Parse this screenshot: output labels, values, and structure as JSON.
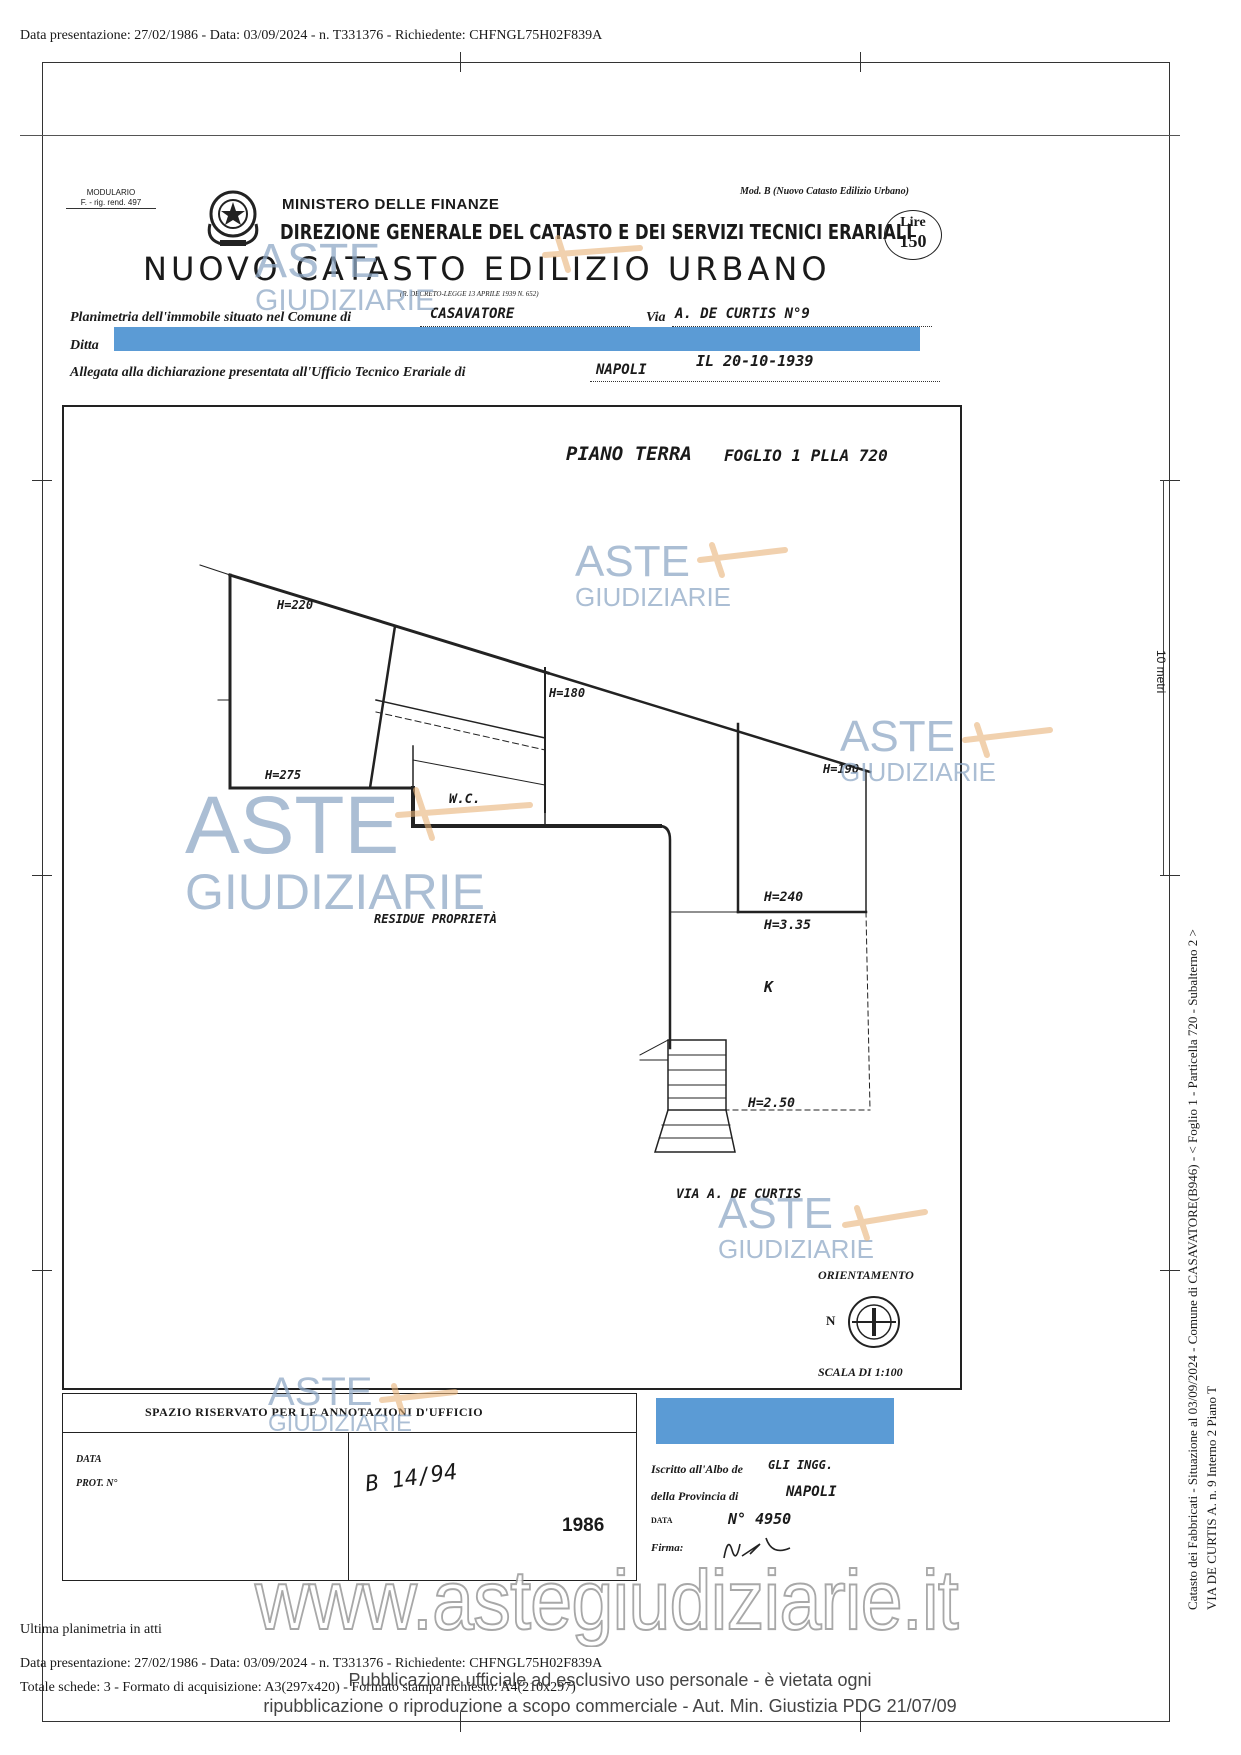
{
  "header_line": "Data presentazione: 27/02/1986 - Data: 03/09/2024 - n. T331376 - Richiedente: CHFNGL75H02F839A",
  "form": {
    "modulario_label": "MODULARIO",
    "modulario_code": "F. - rig. rend. 497",
    "mod_label": "Mod. B (Nuovo Catasto Edilizio Urbano)",
    "ministry": "MINISTERO DELLE FINANZE",
    "direction": "DIREZIONE GENERALE DEL CATASTO E DEI SERVIZI TECNICI ERARIALI",
    "title": "NUOVO CATASTO EDILIZIO URBANO",
    "decree": "(R. DECRETO-LEGGE 13 APRILE 1939 N. 652)",
    "stamp_lire": "Lire",
    "stamp_value": "150",
    "planimetria_label": "Planimetria dell'immobile situato nel Comune di",
    "comune_value": "CASAVATORE",
    "via_label": "Via",
    "via_value": "A. DE CURTIS N°9",
    "ditta_label": "Ditta",
    "allegata_label": "Allegata alla dichiarazione presentata all'Ufficio Tecnico Erariale di",
    "ufficio_value": "NAPOLI",
    "date_value": "IL 20-10-1939"
  },
  "plan": {
    "floor_label": "PIANO TERRA",
    "foglio_label": "FOGLIO 1 PLLA 720",
    "rooms": [
      {
        "label": "H=220"
      },
      {
        "label": "H=275"
      },
      {
        "label": "H=180"
      },
      {
        "label": "W.C."
      },
      {
        "label": "H=190"
      },
      {
        "label": "H=240"
      },
      {
        "label": "H=3.35"
      },
      {
        "label": "K"
      },
      {
        "label": "H=2.50"
      }
    ],
    "residual_label": "RESIDUE PROPRIETÀ",
    "street_label": "VIA A. DE CURTIS",
    "orientation_label": "ORIENTAMENTO",
    "north_label": "N",
    "scale_label": "SCALA DI 1:100"
  },
  "annotations": {
    "heading": "SPAZIO RISERVATO PER LE ANNOTAZIONI D'UFFICIO",
    "data_label": "DATA",
    "prot_label": "PROT. N°",
    "hand_note": "B 14/94",
    "year": "1986"
  },
  "signature": {
    "iscritto_label": "Iscritto all'Albo de",
    "iscritto_value": "GLI INGG.",
    "provincia_label": "della Provincia di",
    "provincia_value": "NAPOLI",
    "data_label": "DATA",
    "numero_value": "N° 4950",
    "firma_label": "Firma:"
  },
  "side_text": {
    "scale_note": "10 metri",
    "line1": "Catasto dei Fabbricati - Situazione al 03/09/2024 - Comune di CASAVATORE(B946) - < Foglio 1 - Particella 720 - Subalterno 2 >",
    "line2": "VIA DE CURTIS A. n. 9 Interno 2 Piano T"
  },
  "footer": {
    "ultima": "Ultima planimetria in atti",
    "line1": "Data presentazione: 27/02/1986 - Data: 03/09/2024 - n. T331376 - Richiedente: CHFNGL75H02F839A",
    "line2": "Totale schede: 3 - Formato di acquisizione: A3(297x420) - Formato stampa richiesto: A4(210x297)",
    "disclaimer1": "Pubblicazione ufficiale ad esclusivo uso personale - è vietata ogni",
    "disclaimer2": "ripubblicazione o riproduzione a scopo commerciale - Aut. Min. Giustizia PDG 21/07/09"
  },
  "watermark": {
    "aste": "ASTE",
    "giudiziarie": "GIUDIZIARIE",
    "site": "www.astegiudiziarie.it"
  },
  "colors": {
    "redaction": "#5b9bd5",
    "watermark": "#8fa9c6",
    "gavel": "#e8b37a"
  }
}
